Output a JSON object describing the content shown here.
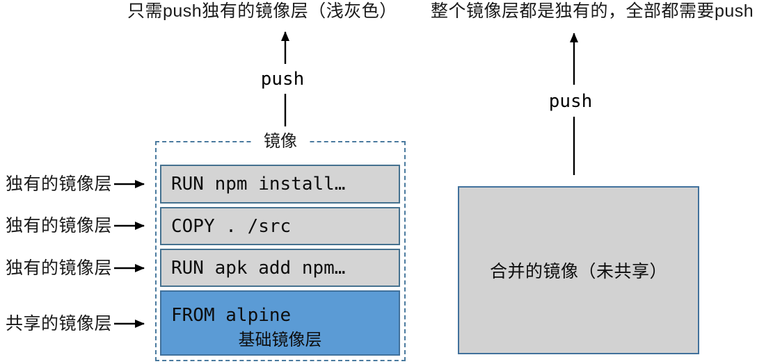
{
  "notes": {
    "left": "只需push独有的镜像层（浅灰色）",
    "right": "整个镜像层都是独有的，全部都需要push"
  },
  "left_diagram": {
    "push_label": "push",
    "box_title": "镜像",
    "layers": [
      {
        "command": "RUN npm install…",
        "type": "unique",
        "row_label": "独有的镜像层"
      },
      {
        "command": "COPY . /src",
        "type": "unique",
        "row_label": "独有的镜像层"
      },
      {
        "command": "RUN apk add npm…",
        "type": "unique",
        "row_label": "独有的镜像层"
      },
      {
        "command": "FROM alpine",
        "sublabel": "基础镜像层",
        "type": "shared",
        "row_label": "共享的镜像层"
      }
    ]
  },
  "right_diagram": {
    "push_label": "push",
    "box_label": "合并的镜像（未共享）"
  },
  "colors": {
    "layer_gray_fill": "#d4d4d4",
    "layer_border": "#45718f",
    "base_layer_blue": "#5b9bd5",
    "base_layer_border": "#41719c",
    "dashed_border": "#4a7a9e",
    "merged_box_fill": "#d2d2d2",
    "merged_box_border": "#41719c",
    "arrow_color": "#000000",
    "text_color": "#1a1a1a"
  }
}
